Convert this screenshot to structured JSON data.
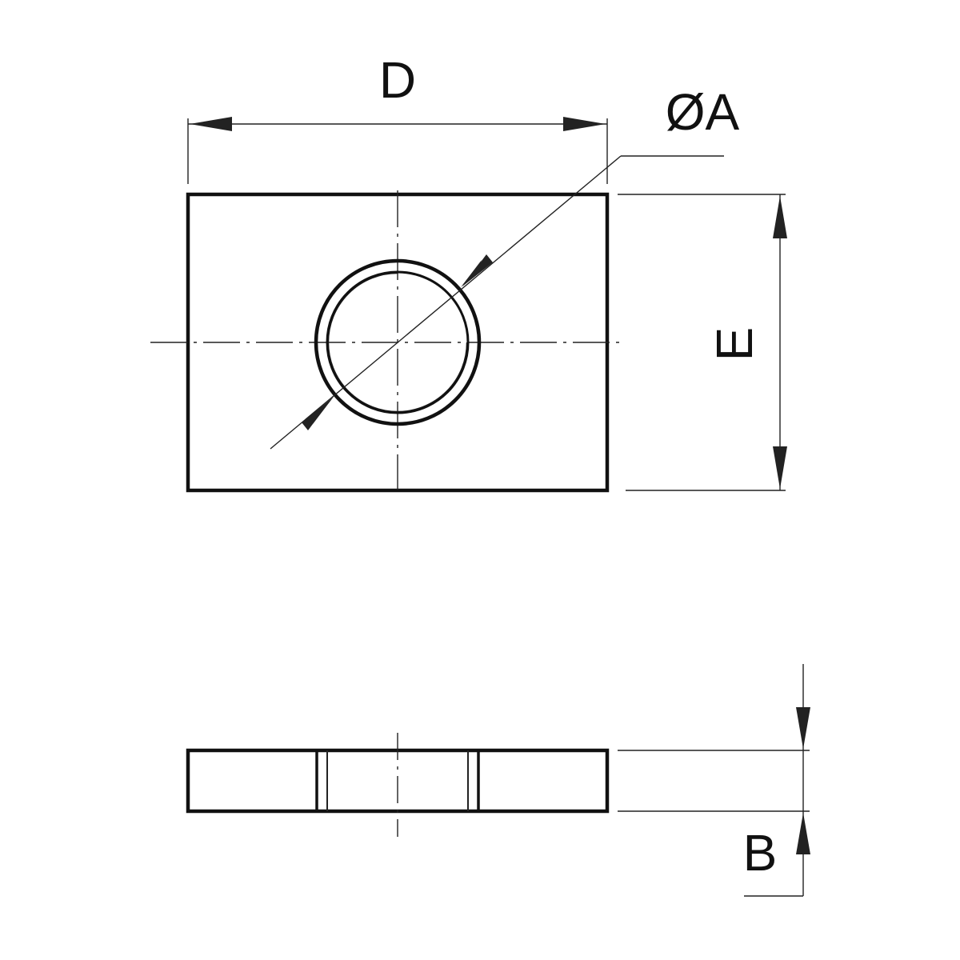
{
  "labels": {
    "d": "D",
    "oa": "ØA",
    "e": "E",
    "b": "B"
  },
  "colors": {
    "line": "#111111",
    "background": "#ffffff"
  }
}
